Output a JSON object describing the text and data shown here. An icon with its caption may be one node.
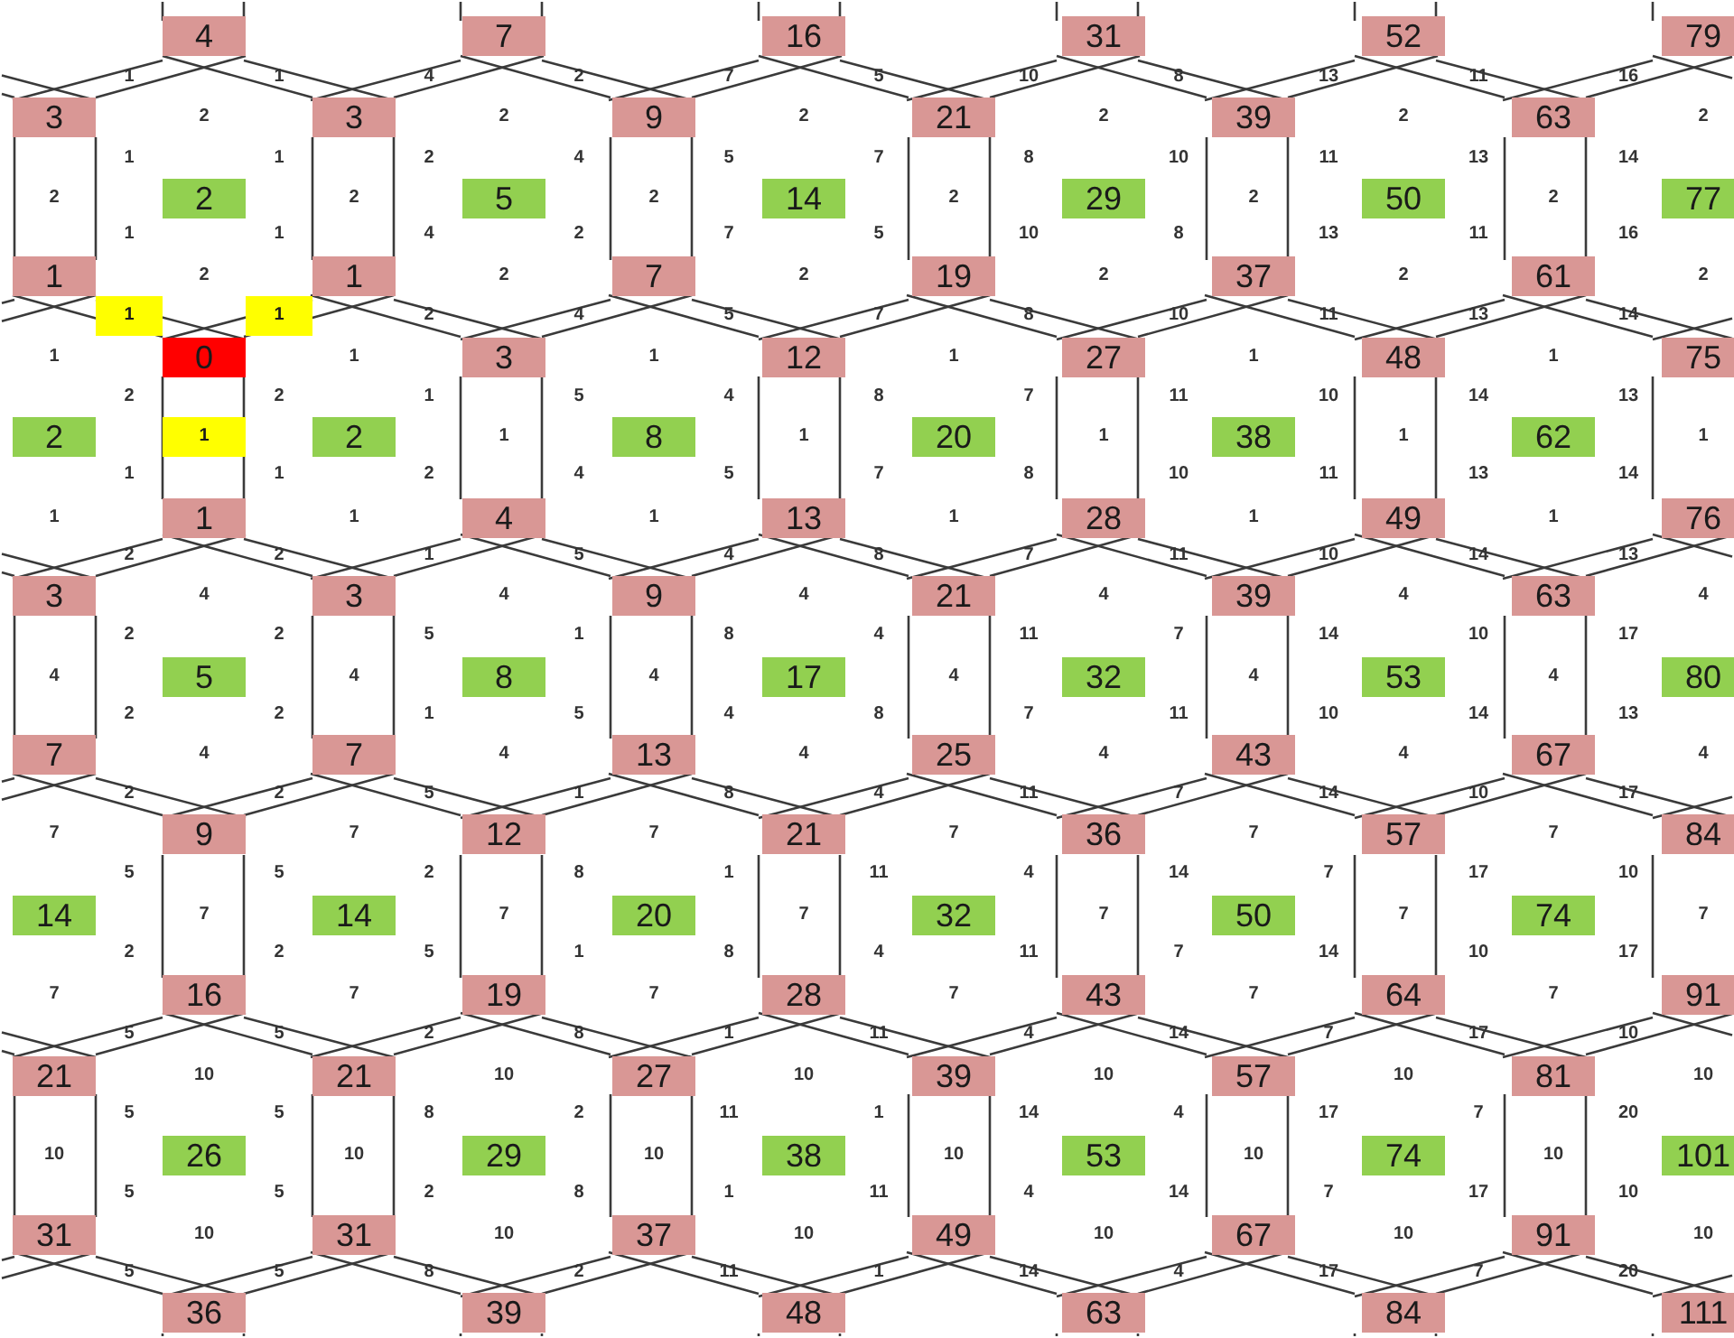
{
  "diagram": {
    "nodes": [
      {
        "text": [
          "4"
        ]
      },
      {
        "text": [
          "7"
        ]
      },
      {
        "text": [
          "16"
        ]
      },
      {
        "text": [
          "31"
        ]
      },
      {
        "text": [
          "52"
        ]
      },
      {
        "text": [
          "79"
        ]
      },
      {
        "text": [
          "3"
        ]
      },
      {
        "text": [
          "3"
        ]
      },
      {
        "text": [
          "9"
        ]
      },
      {
        "text": [
          "21"
        ]
      },
      {
        "text": [
          "39"
        ]
      },
      {
        "text": [
          "63"
        ]
      },
      {
        "text": [
          "2"
        ]
      },
      {
        "text": [
          "5"
        ]
      },
      {
        "text": [
          "14"
        ]
      },
      {
        "text": [
          "29"
        ]
      },
      {
        "text": [
          "50"
        ]
      },
      {
        "text": [
          "77"
        ]
      },
      {
        "text": [
          "1"
        ]
      },
      {
        "text": [
          "1"
        ]
      },
      {
        "text": [
          "7"
        ]
      },
      {
        "text": [
          "19"
        ]
      },
      {
        "text": [
          "37"
        ]
      },
      {
        "text": [
          "61"
        ]
      },
      {
        "text": [
          "1"
        ]
      },
      {
        "text": [
          "1"
        ]
      },
      {
        "text": [
          "0"
        ]
      },
      {
        "text": [
          "3"
        ]
      },
      {
        "text": [
          "12"
        ]
      },
      {
        "text": [
          "27"
        ]
      },
      {
        "text": [
          "48"
        ]
      },
      {
        "text": [
          "75"
        ]
      },
      {
        "text": [
          "2"
        ]
      },
      {
        "text": [
          "1"
        ]
      },
      {
        "text": [
          "2"
        ]
      },
      {
        "text": [
          "8"
        ]
      },
      {
        "text": [
          "20"
        ]
      },
      {
        "text": [
          "38"
        ]
      },
      {
        "text": [
          "62"
        ]
      },
      {
        "text": [
          "1"
        ]
      },
      {
        "text": [
          "4"
        ]
      },
      {
        "text": [
          "13"
        ]
      },
      {
        "text": [
          "28"
        ]
      },
      {
        "text": [
          "49"
        ]
      },
      {
        "text": [
          "76"
        ]
      },
      {
        "text": [
          "3"
        ]
      },
      {
        "text": [
          "3"
        ]
      },
      {
        "text": [
          "9"
        ]
      },
      {
        "text": [
          "21"
        ]
      },
      {
        "text": [
          "39"
        ]
      },
      {
        "text": [
          "63"
        ]
      },
      {
        "text": [
          "5"
        ]
      },
      {
        "text": [
          "8"
        ]
      },
      {
        "text": [
          "17"
        ]
      },
      {
        "text": [
          "32"
        ]
      },
      {
        "text": [
          "53"
        ]
      },
      {
        "text": [
          "80"
        ]
      },
      {
        "text": [
          "7"
        ]
      },
      {
        "text": [
          "7"
        ]
      },
      {
        "text": [
          "13"
        ]
      },
      {
        "text": [
          "25"
        ]
      },
      {
        "text": [
          "43"
        ]
      },
      {
        "text": [
          "67"
        ]
      },
      {
        "text": [
          "9"
        ]
      },
      {
        "text": [
          "12"
        ]
      },
      {
        "text": [
          "21"
        ]
      },
      {
        "text": [
          "36"
        ]
      },
      {
        "text": [
          "57"
        ]
      },
      {
        "text": [
          "84"
        ]
      },
      {
        "text": [
          "14"
        ]
      },
      {
        "text": [
          "14"
        ]
      },
      {
        "text": [
          "20"
        ]
      },
      {
        "text": [
          "32"
        ]
      },
      {
        "text": [
          "50"
        ]
      },
      {
        "text": [
          "74"
        ]
      },
      {
        "text": [
          "16"
        ]
      },
      {
        "text": [
          "19"
        ]
      },
      {
        "text": [
          "28"
        ]
      },
      {
        "text": [
          "43"
        ]
      },
      {
        "text": [
          "64"
        ]
      },
      {
        "text": [
          "91"
        ]
      },
      {
        "text": [
          "21"
        ]
      },
      {
        "text": [
          "21"
        ]
      },
      {
        "text": [
          "27"
        ]
      },
      {
        "text": [
          "39"
        ]
      },
      {
        "text": [
          "57"
        ]
      },
      {
        "text": [
          "81"
        ]
      },
      {
        "text": [
          "26"
        ]
      },
      {
        "text": [
          "29"
        ]
      },
      {
        "text": [
          "38"
        ]
      },
      {
        "text": [
          "53"
        ]
      },
      {
        "text": [
          "74"
        ]
      },
      {
        "text": [
          "101"
        ]
      },
      {
        "text": [
          "31"
        ]
      },
      {
        "text": [
          "31"
        ]
      },
      {
        "text": [
          "37"
        ]
      },
      {
        "text": [
          "49"
        ]
      },
      {
        "text": [
          "67"
        ]
      },
      {
        "text": [
          "91"
        ]
      },
      {
        "text": [
          "36"
        ]
      },
      {
        "text": [
          "39"
        ]
      },
      {
        "text": [
          "48"
        ]
      },
      {
        "text": [
          "63"
        ]
      },
      {
        "text": [
          "84"
        ]
      },
      {
        "text": [
          "111"
        ]
      }
    ],
    "labels": [
      "1",
      "1",
      "4",
      "2",
      "7",
      "5",
      "10",
      "8",
      "13",
      "11",
      "16",
      "2",
      "2",
      "2",
      "2",
      "2",
      "2",
      "1",
      "1",
      "2",
      "4",
      "5",
      "7",
      "8",
      "10",
      "11",
      "13",
      "14",
      "2",
      "2",
      "2",
      "2",
      "2",
      "2",
      "1",
      "1",
      "4",
      "2",
      "7",
      "5",
      "10",
      "8",
      "13",
      "11",
      "16",
      "2",
      "2",
      "2",
      "2",
      "2",
      "2",
      "2",
      "4",
      "5",
      "7",
      "8",
      "10",
      "11",
      "13",
      "14",
      "1",
      "1",
      "1",
      "1",
      "1",
      "1",
      "2",
      "2",
      "1",
      "5",
      "4",
      "8",
      "7",
      "11",
      "10",
      "14",
      "13",
      "1",
      "1",
      "1",
      "1",
      "1",
      "1",
      "1",
      "2",
      "4",
      "5",
      "7",
      "8",
      "10",
      "11",
      "13",
      "14",
      "1",
      "1",
      "1",
      "1",
      "1",
      "1",
      "2",
      "2",
      "1",
      "5",
      "4",
      "8",
      "7",
      "11",
      "10",
      "14",
      "13",
      "4",
      "4",
      "4",
      "4",
      "4",
      "4",
      "2",
      "2",
      "5",
      "1",
      "8",
      "4",
      "11",
      "7",
      "14",
      "10",
      "17",
      "4",
      "4",
      "4",
      "4",
      "4",
      "4",
      "2",
      "2",
      "1",
      "5",
      "4",
      "8",
      "7",
      "11",
      "10",
      "14",
      "13",
      "4",
      "4",
      "4",
      "4",
      "4",
      "4",
      "2",
      "2",
      "5",
      "1",
      "8",
      "4",
      "11",
      "7",
      "14",
      "10",
      "17",
      "7",
      "7",
      "7",
      "7",
      "7",
      "7",
      "5",
      "5",
      "2",
      "8",
      "1",
      "11",
      "4",
      "14",
      "7",
      "17",
      "10",
      "7",
      "7",
      "7",
      "7",
      "7",
      "7",
      "2",
      "2",
      "5",
      "1",
      "8",
      "4",
      "11",
      "7",
      "14",
      "10",
      "17",
      "7",
      "7",
      "7",
      "7",
      "7",
      "7",
      "5",
      "5",
      "2",
      "8",
      "1",
      "11",
      "4",
      "14",
      "7",
      "17",
      "10",
      "10",
      "10",
      "10",
      "10",
      "10",
      "10",
      "5",
      "5",
      "8",
      "2",
      "11",
      "1",
      "14",
      "4",
      "17",
      "7",
      "20",
      "10",
      "10",
      "10",
      "10",
      "10",
      "10",
      "5",
      "5",
      "2",
      "8",
      "1",
      "11",
      "4",
      "14",
      "7",
      "17",
      "10",
      "10",
      "10",
      "10",
      "10",
      "10",
      "10",
      "5",
      "5",
      "8",
      "2",
      "11",
      "1",
      "14",
      "4",
      "17",
      "7",
      "20"
    ]
  }
}
